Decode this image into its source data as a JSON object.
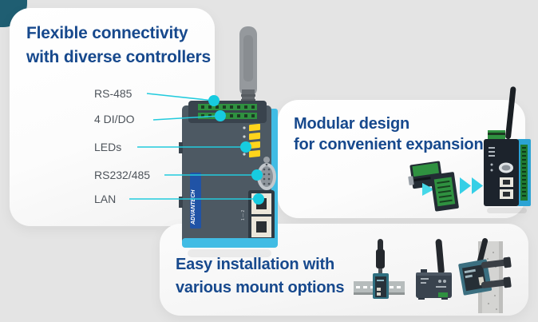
{
  "colors": {
    "background": "#e4e4e4",
    "heading_navy": "#17498d",
    "accent_cyan": "#23cbdd",
    "corner_teal": "#1f5e72",
    "led_yellow": "#ffd41c",
    "pcb_green": "#2f9140",
    "device_body": "#4d5963",
    "device_edge_cyan": "#41bce4",
    "brand_blue": "#2053a6"
  },
  "sections": {
    "connectivity": {
      "title_line1": "Flexible connectivity",
      "title_line2": "with diverse controllers",
      "port_labels": [
        "RS-485",
        "4 DI/DO",
        "LEDs",
        "RS232/485",
        "LAN"
      ]
    },
    "modular": {
      "title_line1": "Modular design",
      "title_line2": "for convenient expansion"
    },
    "installation": {
      "title_line1": "Easy installation with",
      "title_line2": "various mount options"
    }
  },
  "device": {
    "brand": "ADVANTECH"
  }
}
